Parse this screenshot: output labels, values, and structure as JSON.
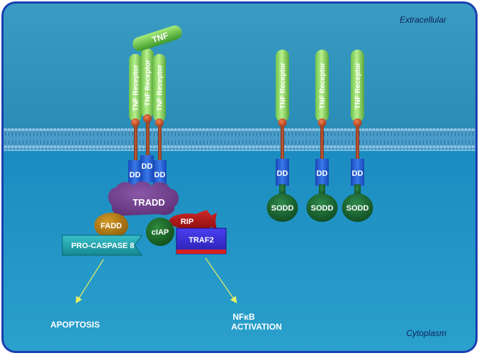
{
  "regions": {
    "extracellular": "Extracellular",
    "cytoplasm": "Cytoplasm"
  },
  "ligand": "TNF",
  "receptor_label": "TNF Receptor",
  "death_domain_label": "DD",
  "complex": {
    "tradd": "TRADD",
    "fadd": "FADD",
    "rip": "RIP",
    "ciap": "cIAP",
    "traf2": "TRAF2",
    "procaspase": "PRO-CASPASE 8"
  },
  "sodd_label": "SODD",
  "outcomes": {
    "apoptosis": "APOPTOSIS",
    "nfkb_line1": "NFκB",
    "nfkb_line2": "ACTIVATION"
  },
  "colors": {
    "frame": "#1a3fb0",
    "extracellular_bg": "#2c8fb5",
    "cytoplasm_bg": "#1f8fbf",
    "membrane": "#5aa7d0",
    "receptor_green": "#8fd86a",
    "stalk": "#a04a2a",
    "dd_blue": "#1f5fd0",
    "tradd_purple": "#6e3c8a",
    "fadd_gold": "#b07a10",
    "rip_red": "#b01818",
    "ciap_green": "#1f6f2f",
    "traf2_blue": "#3a2fd8",
    "caspase_teal": "#20a0a8",
    "sodd_green": "#1f6a3a",
    "arrow_yellow": "#e6f060"
  }
}
